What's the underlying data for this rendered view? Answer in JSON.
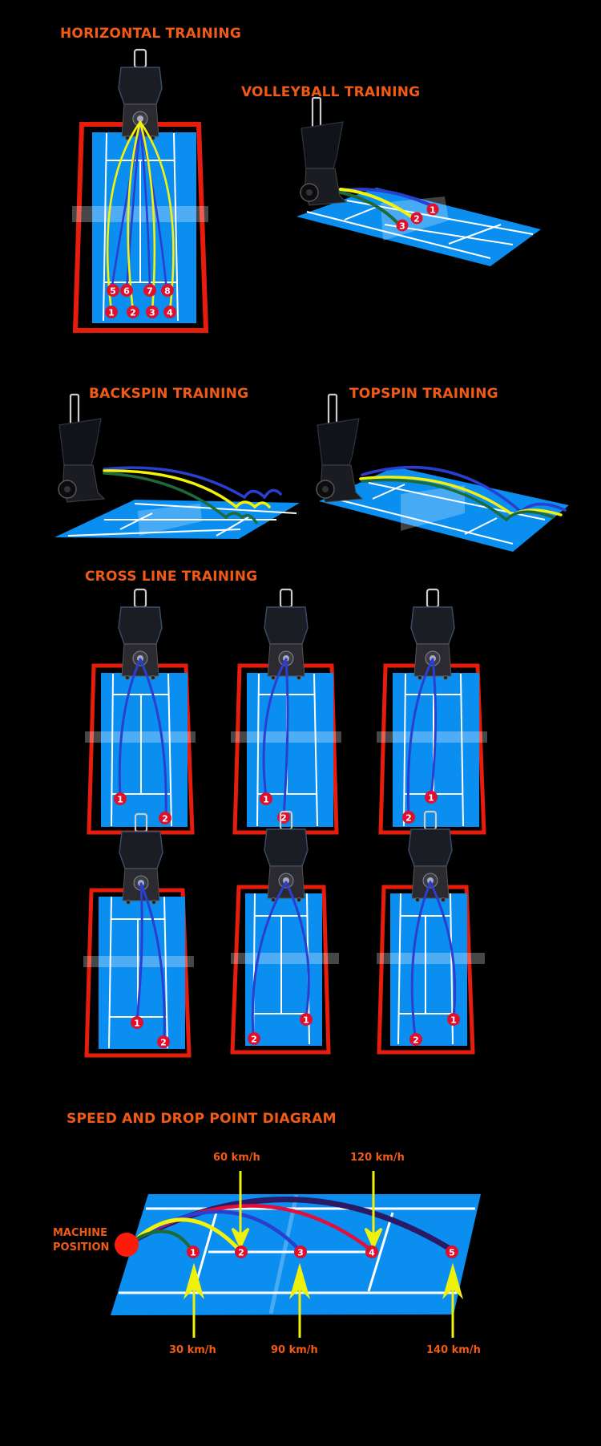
{
  "sections": {
    "horizontal": {
      "title": "HORIZONTAL  TRAINING",
      "drop_points_top": [
        "5",
        "6",
        "7",
        "8"
      ],
      "drop_points_bottom": [
        "1",
        "2",
        "3",
        "4"
      ]
    },
    "volleyball": {
      "title": "VOLLEYBALL TRAINING",
      "drop_points": [
        "1",
        "2",
        "3"
      ]
    },
    "backspin": {
      "title": "BACKSPIN TRAINING"
    },
    "topspin": {
      "title": "TOPSPIN TRAINING"
    },
    "cross_line": {
      "title": "CROSS LINE TRAINING",
      "courts": [
        {
          "p1": "1",
          "p2": "2"
        },
        {
          "p1": "1",
          "p2": "2"
        },
        {
          "p1": "1",
          "p2": "2"
        },
        {
          "p1": "1",
          "p2": "2"
        },
        {
          "p1": "1",
          "p2": "2"
        },
        {
          "p1": "1",
          "p2": "2"
        }
      ]
    },
    "speed": {
      "title": "SPEED AND DROP POINT DIAGRAM",
      "machine_label_line1": "MACHINE",
      "machine_label_line2": "POSITION",
      "drop_points": [
        "1",
        "2",
        "3",
        "4",
        "5"
      ],
      "speeds_top": [
        "60 km/h",
        "120 km/h"
      ],
      "speeds_bottom": [
        "30 km/h",
        "90 km/h",
        "140 km/h"
      ]
    }
  },
  "colors": {
    "title_orange": "#f05a14",
    "court_blue": "#0a8ef0",
    "border_red": "#e81c0c",
    "marker_red": "#e0102c",
    "trajectory_yellow": "#f2f20a",
    "trajectory_blue": "#2a3fd0",
    "trajectory_green": "#1d6b3a",
    "trajectory_navy": "#2a1a66",
    "trajectory_red": "#e0103a",
    "arrow_yellow": "#eef20a"
  }
}
